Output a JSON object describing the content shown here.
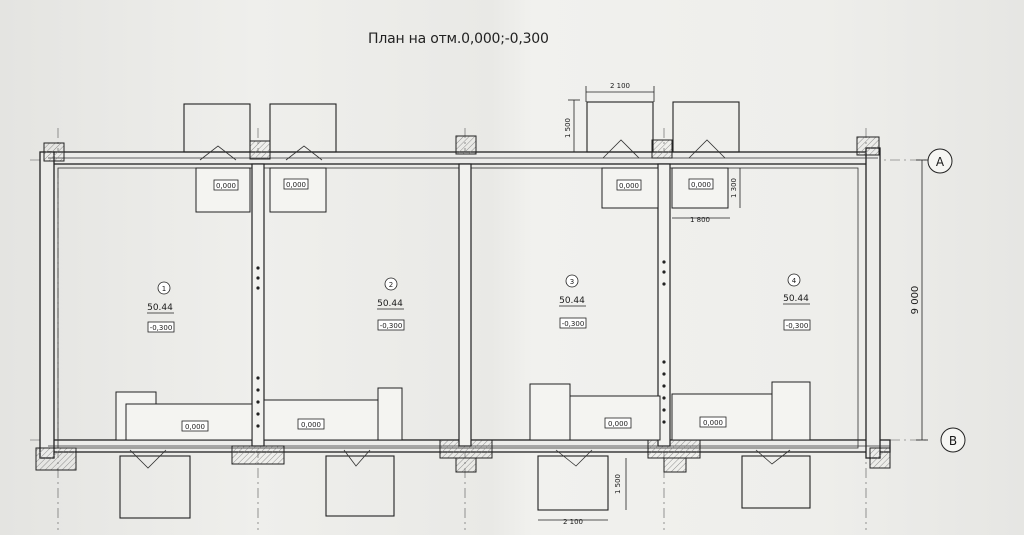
{
  "title": "План на отм.0,000;-0,300",
  "axes": {
    "a": "А",
    "b": "В",
    "span": "9 000"
  },
  "rooms": [
    {
      "number": "1",
      "area": "50.44",
      "level": "-0,300"
    },
    {
      "number": "2",
      "area": "50.44",
      "level": "-0,300"
    },
    {
      "number": "3",
      "area": "50.44",
      "level": "-0,300"
    },
    {
      "number": "4",
      "area": "50.44",
      "level": "-0,300"
    }
  ],
  "porch_level": "0,000",
  "dimensions": {
    "porch_width": "2 100",
    "porch_depth": "1 500",
    "vestibule_width": "1 800",
    "vestibule_depth": "1 300"
  }
}
